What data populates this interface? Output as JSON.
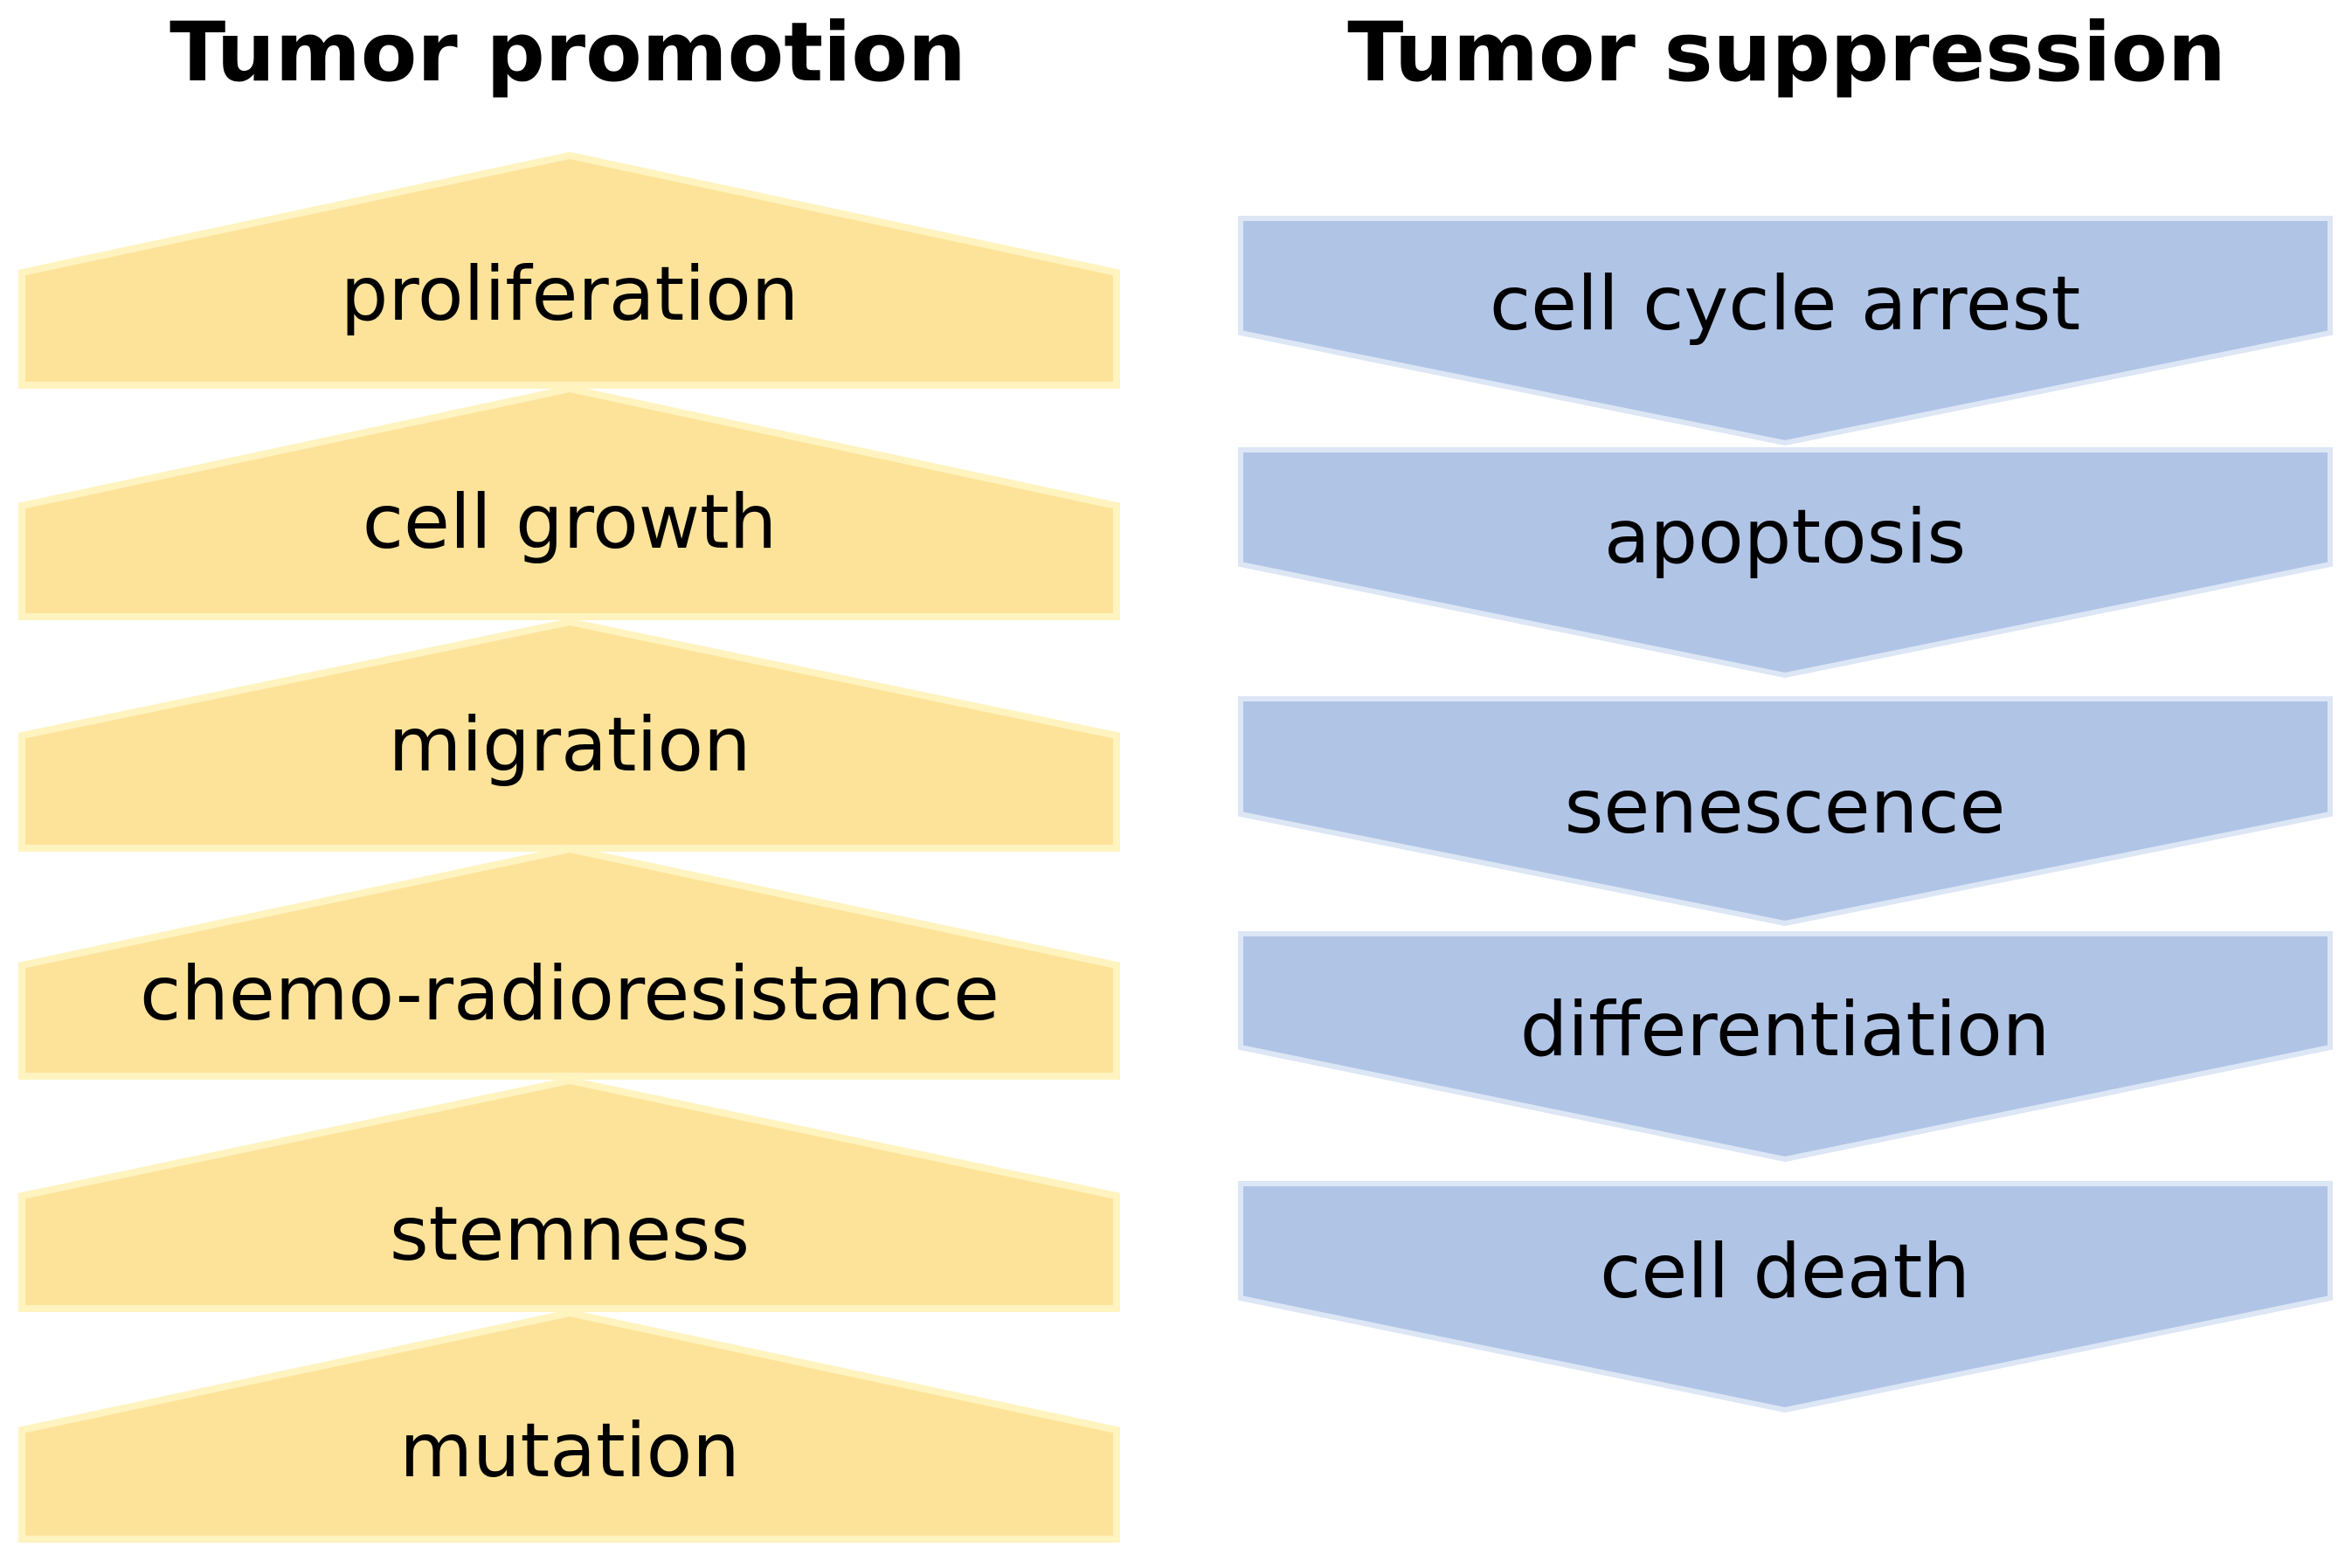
{
  "headings": {
    "promotion": "Tumor promotion",
    "suppression": "Tumor suppression"
  },
  "colors": {
    "promotion_fill": "#FDE39A",
    "promotion_stroke": "#FFF3C0",
    "suppression_fill": "#B0C4E6",
    "suppression_stroke": "#DCE6F5"
  },
  "promotion": {
    "items": [
      {
        "label": "proliferation"
      },
      {
        "label": "cell growth"
      },
      {
        "label": "migration"
      },
      {
        "label": "chemo-radioresistance"
      },
      {
        "label": "stemness"
      },
      {
        "label": "mutation"
      }
    ]
  },
  "suppression": {
    "items": [
      {
        "label": "cell cycle arrest"
      },
      {
        "label": "apoptosis"
      },
      {
        "label": "senescence"
      },
      {
        "label": "differentiation"
      },
      {
        "label": "cell death"
      }
    ]
  }
}
